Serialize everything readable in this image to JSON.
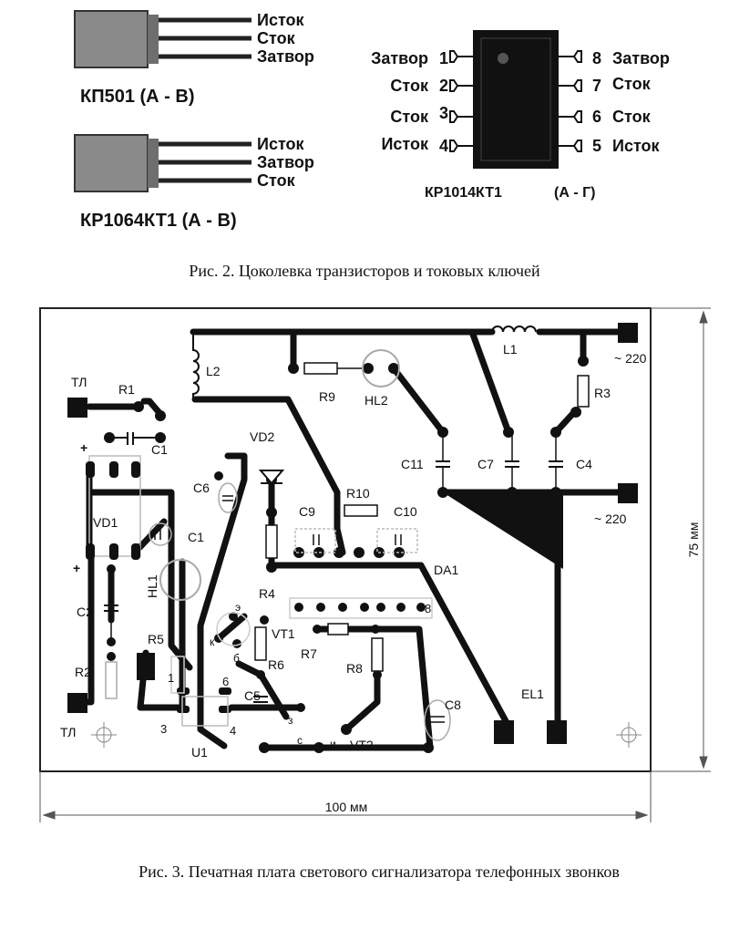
{
  "fig2": {
    "kp501": {
      "pins": [
        "Исток",
        "Сток",
        "Затвор"
      ],
      "name": "КП501 (А - В)"
    },
    "kr1064": {
      "pins": [
        "Исток",
        "Затвор",
        "Сток"
      ],
      "name": "КР1064КТ1  (А - В)"
    },
    "kr1014": {
      "left_pins": [
        {
          "num": "1",
          "name": "Затвор"
        },
        {
          "num": "2",
          "name": "Сток"
        },
        {
          "num": "3",
          "name": "Сток"
        },
        {
          "num": "4",
          "name": "Исток"
        }
      ],
      "right_pins": [
        {
          "num": "8",
          "name": "Затвор"
        },
        {
          "num": "7",
          "name": "Сток"
        },
        {
          "num": "6",
          "name": "Сток"
        },
        {
          "num": "5",
          "name": "Исток"
        }
      ],
      "name": "КР1014КТ1",
      "variant": "(А - Г)"
    },
    "caption": "Рис. 2. Цоколевка транзисторов и токовых ключей"
  },
  "fig3": {
    "labels": {
      "tl_top": "ТЛ",
      "r1": "R1",
      "c1_top": "C1",
      "vd1": "VD1",
      "c1_mid": "C1",
      "hl1": "HL1",
      "c2": "C2",
      "r5": "R5",
      "r2": "R2",
      "tl_bottom": "ТЛ",
      "l2": "L2",
      "r9": "R9",
      "hl2": "HL2",
      "l1": "L1",
      "ac_top": "~ 220",
      "r3": "R3",
      "vd2": "VD2",
      "c6": "C6",
      "c11": "C11",
      "c7": "C7",
      "c4": "C4",
      "r10": "R10",
      "c9": "C9",
      "c10": "C10",
      "ac_bottom": "~ 220",
      "da1": "DA1",
      "r4": "R4",
      "vt1": "VT1",
      "r7": "R7",
      "r8": "R8",
      "r6": "R6",
      "c5": "C5",
      "c8": "C8",
      "el1": "EL1",
      "u1": "U1",
      "vt2": "VT2",
      "pin_e": "э",
      "pin_k": "к",
      "pin_b": "б",
      "pin_z": "з",
      "pin_s": "с",
      "pin_i": "и",
      "pin_1": "1",
      "pin_3": "3",
      "pin_4": "4",
      "pin_6": "6",
      "pin_8": "8",
      "plus": "+"
    },
    "dim_width": "100 мм",
    "dim_height": "75 мм",
    "caption": "Рис. 3. Печатная плата светового сигнализатора телефонных звонков"
  }
}
